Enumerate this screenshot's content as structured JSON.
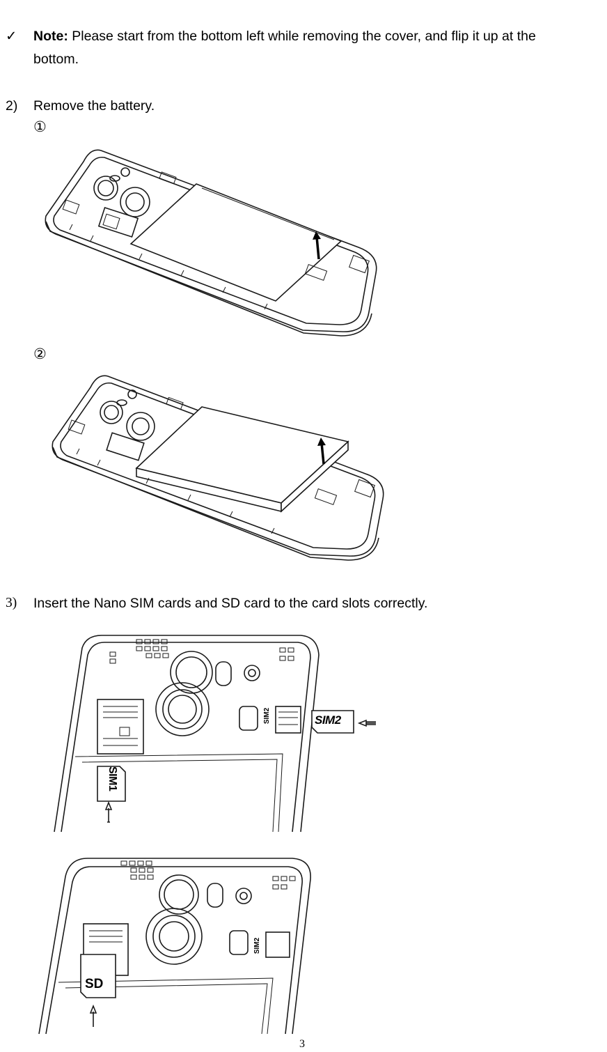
{
  "note": {
    "check_glyph": "✓",
    "label": "Note:",
    "text_line1": " Please start from the bottom left while removing the cover, and flip it up at the",
    "text_line2": "bottom."
  },
  "step2": {
    "number": "2)",
    "title": "Remove the battery.",
    "sub1": "①",
    "sub2": "②"
  },
  "step3": {
    "number": "3)",
    "title": "Insert the Nano SIM cards and SD card to the card slots correctly."
  },
  "figure_labels": {
    "sim2": "SIM2",
    "sim1": "SIM1",
    "sd": "SD",
    "sim2_small": "SIM2"
  },
  "page_number": "3"
}
